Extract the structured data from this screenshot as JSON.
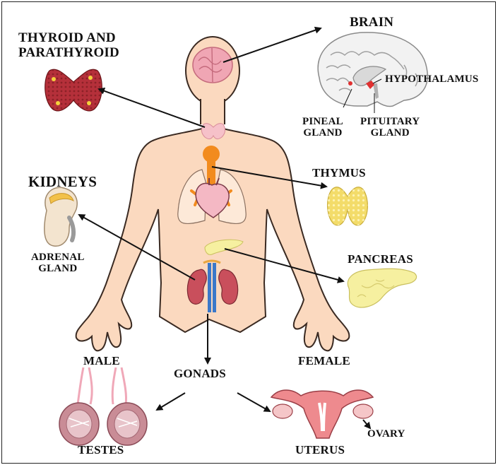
{
  "labels": {
    "brain": "BRAIN",
    "hypothalamus": "HYPOTHALAMUS",
    "pineal_gland": "PINEAL\nGLAND",
    "pituitary_gland": "PITUITARY\nGLAND",
    "thyroid_parathyroid": "THYROID AND\nPARATHYROID",
    "kidneys": "KIDNEYS",
    "adrenal_gland": "ADRENAL\nGLAND",
    "thymus": "THYMUS",
    "pancreas": "PANCREAS",
    "gonads": "GONADS",
    "male": "MALE",
    "female": "FEMALE",
    "testes": "TESTES",
    "uterus": "UTERUS",
    "ovary": "OVARY"
  },
  "colors": {
    "skin": "#fbd9bf",
    "skin_outline": "#3a2a22",
    "brain": "#f0a6b4",
    "thyroid": "#b5303a",
    "kidney": "#c94f5c",
    "thymus": "#f3dc6a",
    "pancreas": "#f6f0a0",
    "trachea": "#f28b1e",
    "heart": "#f4b8c4",
    "uterus": "#ee8a8e"
  }
}
